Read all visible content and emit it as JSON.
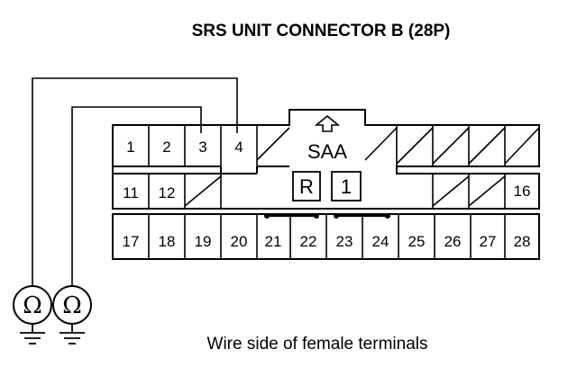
{
  "title": "SRS UNIT CONNECTOR B (28P)",
  "caption": "Wire side of female terminals",
  "connector": {
    "key_label": "SAA",
    "box_r": "R",
    "box_1": "1",
    "row1": [
      "1",
      "2",
      "3",
      "4"
    ],
    "row2": [
      "11",
      "12",
      "16"
    ],
    "row3": [
      "17",
      "18",
      "19",
      "20",
      "21",
      "22",
      "23",
      "24",
      "25",
      "26",
      "27",
      "28"
    ]
  },
  "meter_symbol": "Ω",
  "meter_icon": "ohmmeter-icon",
  "ground_icon": "ground-icon",
  "key_icon": "up-arrow-icon"
}
